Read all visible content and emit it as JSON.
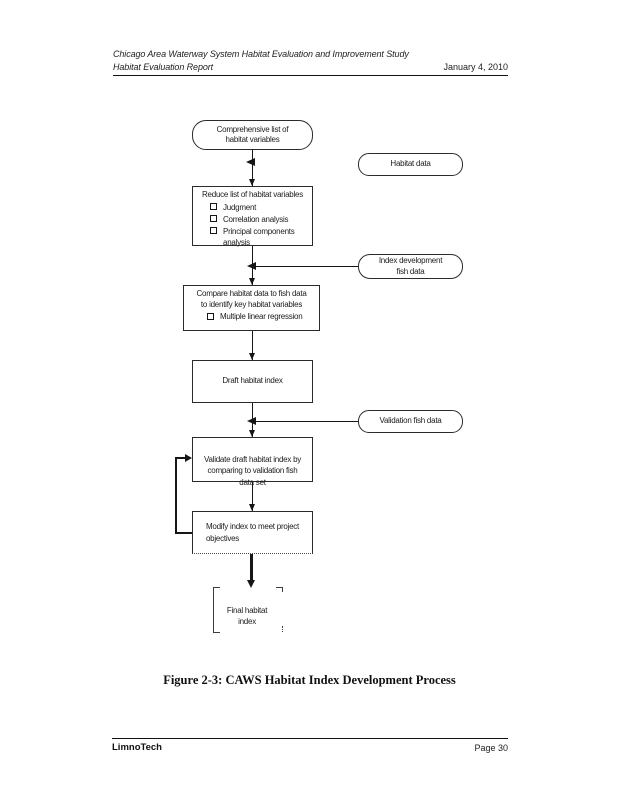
{
  "header": {
    "study_title": "Chicago Area Waterway System Habitat Evaluation and Improvement Study",
    "report_title": "Habitat Evaluation Report",
    "date": "January 4, 2010"
  },
  "flowchart": {
    "comprehensive_list": {
      "label": "Comprehensive list of\nhabitat variables"
    },
    "habitat_data": {
      "label": "Habitat data"
    },
    "reduce_list": {
      "title": "Reduce list of habitat variables",
      "items": [
        "Judgment",
        "Correlation analysis",
        "Principal components analysis"
      ]
    },
    "index_dev_fish_data": {
      "label": "Index development\nfish data"
    },
    "compare": {
      "title": "Compare habitat data to fish data\nto identify key habitat variables",
      "items": [
        "Multiple linear regression"
      ]
    },
    "draft_index": {
      "label": "Draft habitat index"
    },
    "validation_fish_data": {
      "label": "Validation fish data"
    },
    "validate": {
      "label": "Validate draft habitat index by\ncomparing to validation fish\ndata set"
    },
    "modify": {
      "label": "Modify index to meet project\nobjectives"
    },
    "final_index": {
      "label": "Final habitat\nindex"
    }
  },
  "caption": "Figure 2-3: CAWS Habitat Index Development Process",
  "footer": {
    "company": "LimnoTech",
    "page_label": "Page 30"
  },
  "colors": {
    "ink": "#1c1c1c",
    "line": "#161616",
    "paper": "#ffffff"
  }
}
